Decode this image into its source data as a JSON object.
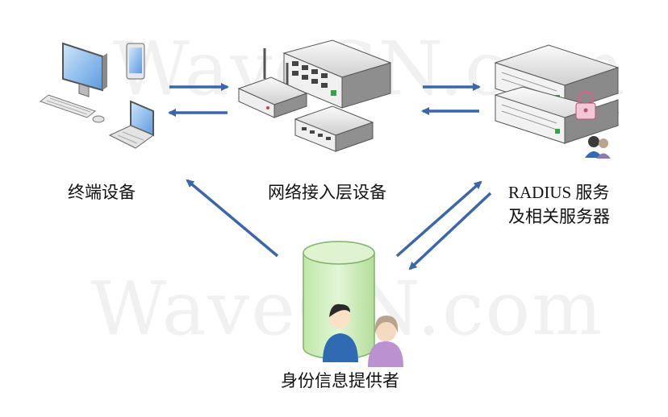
{
  "nodes": {
    "terminal": {
      "label": "终端设备"
    },
    "access": {
      "label": "网络接入层设备"
    },
    "radius": {
      "label_line1": "RADIUS 服务",
      "label_line2": "及相关服务器"
    },
    "identity": {
      "label": "身份信息提供者"
    }
  },
  "watermark": {
    "text": "WaveCN.com"
  },
  "colors": {
    "arrow": "#3b67a8",
    "cylinder": "#c9ecb5",
    "cylinder_edge": "#7fb26a",
    "device_light": "#f2f2f2",
    "device_dark": "#7c7c7c"
  }
}
